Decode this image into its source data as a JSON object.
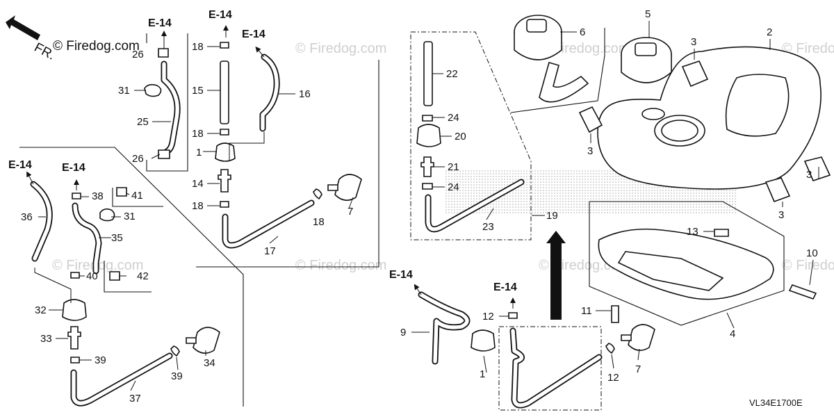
{
  "brand": {
    "direction": "FR.",
    "watermark": "© Firedog.com"
  },
  "diagram_code": "VL34E1700E",
  "section_ref": "E-14",
  "labels": {
    "l1": "1",
    "l1b": "1",
    "l2": "2",
    "l3a": "3",
    "l3b": "3",
    "l3c": "3",
    "l3d": "3",
    "l4": "4",
    "l5": "5",
    "l6": "6",
    "l7a": "7",
    "l7b": "7",
    "l9": "9",
    "l10": "10",
    "l11": "11",
    "l12a": "12",
    "l12b": "12",
    "l13": "13",
    "l14": "14",
    "l15": "15",
    "l16": "16",
    "l17": "17",
    "l18a": "18",
    "l18b": "18",
    "l18c": "18",
    "l18d": "18",
    "l19": "19",
    "l20": "20",
    "l21": "21",
    "l22": "22",
    "l23": "23",
    "l24a": "24",
    "l24b": "24",
    "l25": "25",
    "l26a": "26",
    "l26b": "26",
    "l31a": "31",
    "l31b": "31",
    "l32": "32",
    "l33": "33",
    "l34": "34",
    "l35": "35",
    "l36": "36",
    "l37": "37",
    "l38": "38",
    "l39a": "39",
    "l39b": "39",
    "l40": "40",
    "l41": "41",
    "l42": "42"
  },
  "colors": {
    "line": "#111111",
    "watermark": "#cfcfcf",
    "stipple": "#bdbdbd"
  }
}
